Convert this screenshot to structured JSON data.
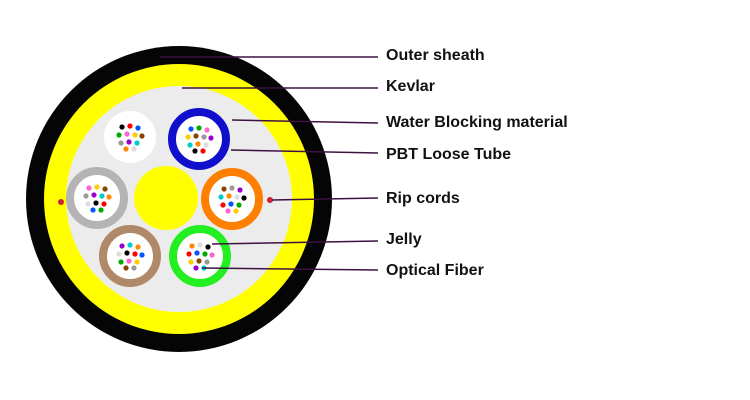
{
  "colors": {
    "outer_sheath": "#050505",
    "kevlar": "#ffff00",
    "water_blocking": "#ececec",
    "leader_line": "#3d1240",
    "rip_cord": "#cc2233",
    "central_member": "#ffff00"
  },
  "labels": [
    {
      "key": "outer_sheath",
      "text": "Outer sheath"
    },
    {
      "key": "kevlar",
      "text": "Kevlar"
    },
    {
      "key": "water_blocking",
      "text": "Water Blocking material"
    },
    {
      "key": "pbt_tube",
      "text": "PBT Loose Tube"
    },
    {
      "key": "rip_cords",
      "text": "Rip cords"
    },
    {
      "key": "jelly",
      "text": "Jelly"
    },
    {
      "key": "optical_fiber",
      "text": "Optical Fiber"
    }
  ],
  "tubes": [
    {
      "position": "top-left",
      "color": "#ececec"
    },
    {
      "position": "top-right",
      "color": "#1010cc"
    },
    {
      "position": "left",
      "color": "#b4b4b4"
    },
    {
      "position": "right",
      "color": "#ff8000"
    },
    {
      "position": "bottom-left",
      "color": "#b08a68"
    },
    {
      "position": "bottom-right",
      "color": "#22ee22"
    }
  ],
  "fiber_colors": [
    "#000000",
    "#ff0000",
    "#0055ff",
    "#00aa00",
    "#ff66cc",
    "#ffcc00",
    "#884400",
    "#999999",
    "#9900cc",
    "#00cccc",
    "#ff8800",
    "#dddddd"
  ]
}
